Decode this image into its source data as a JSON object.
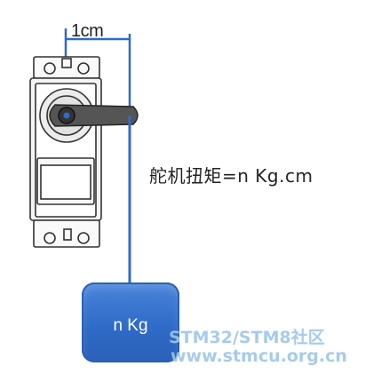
{
  "diagram": {
    "dimension_label": "1cm",
    "torque_label": "舵机扭矩=n Kg.cm",
    "weight_label": "n Kg"
  },
  "watermark": {
    "line1": "STM32/STM8社区",
    "line2": "www.stmcu.org.cn"
  },
  "colors": {
    "line": "#2f6bc9",
    "weight": "#2f6bc9",
    "servo_outline": "#333333",
    "watermark": "#9ec6e8"
  }
}
